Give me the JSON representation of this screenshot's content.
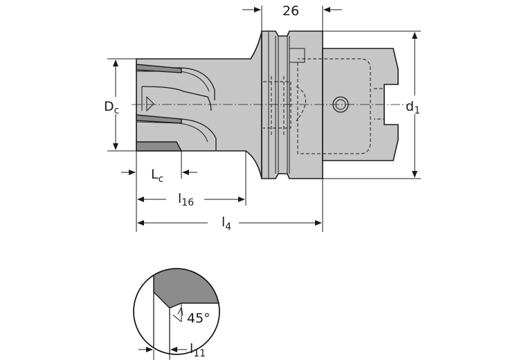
{
  "dimensions": {
    "top_width": "26",
    "cutting_diameter": {
      "main": "D",
      "sub": "c"
    },
    "shank_diameter": {
      "main": "d",
      "sub": "1"
    },
    "cutting_length": {
      "main": "L",
      "sub": "c"
    },
    "length_l16": {
      "main": "l",
      "sub": "16"
    },
    "length_l4": {
      "main": "l",
      "sub": "4"
    },
    "length_l11": {
      "main": "l",
      "sub": "11"
    },
    "chamfer_angle": "45°"
  }
}
